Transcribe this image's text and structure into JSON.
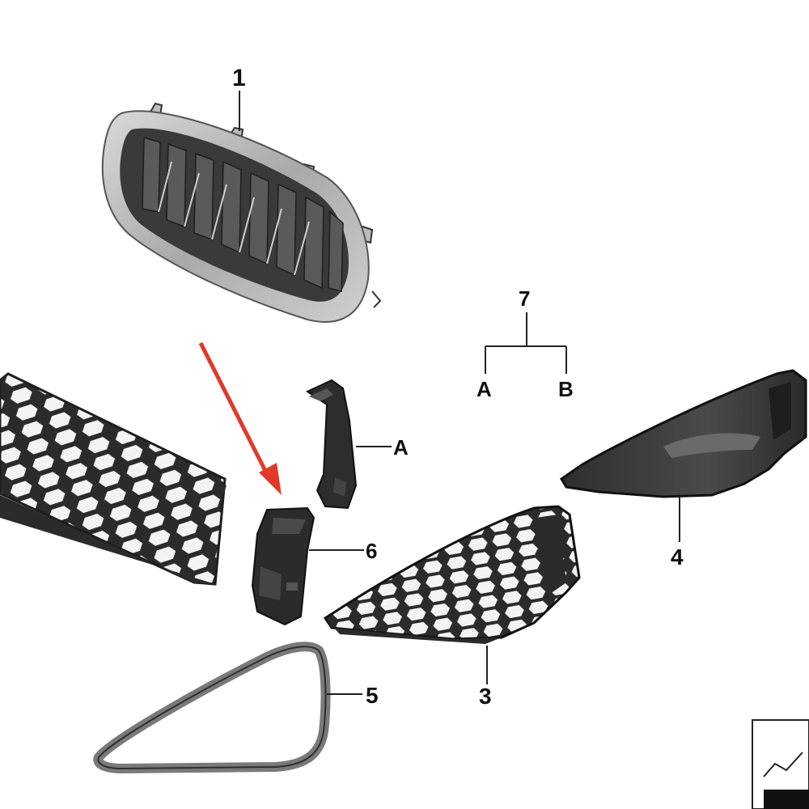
{
  "diagram": {
    "callouts": {
      "grille_kidney": "1",
      "fog_grille_center": "3",
      "fog_cover_outer": "4",
      "trim_ring": "5",
      "bracket": "6",
      "kit": "7",
      "kit_a": "A",
      "kit_b": "B",
      "bracket_a": "A"
    },
    "colors": {
      "highlight_arrow": "#e03a2a",
      "chrome": "#b9b9b9",
      "black_plastic": "#2a2a2a",
      "mesh_fill": "#f2f2f2",
      "dark_cover": "#3a3a3a"
    },
    "icons": [
      "red-arrow-icon",
      "catalog-logo-icon"
    ]
  }
}
